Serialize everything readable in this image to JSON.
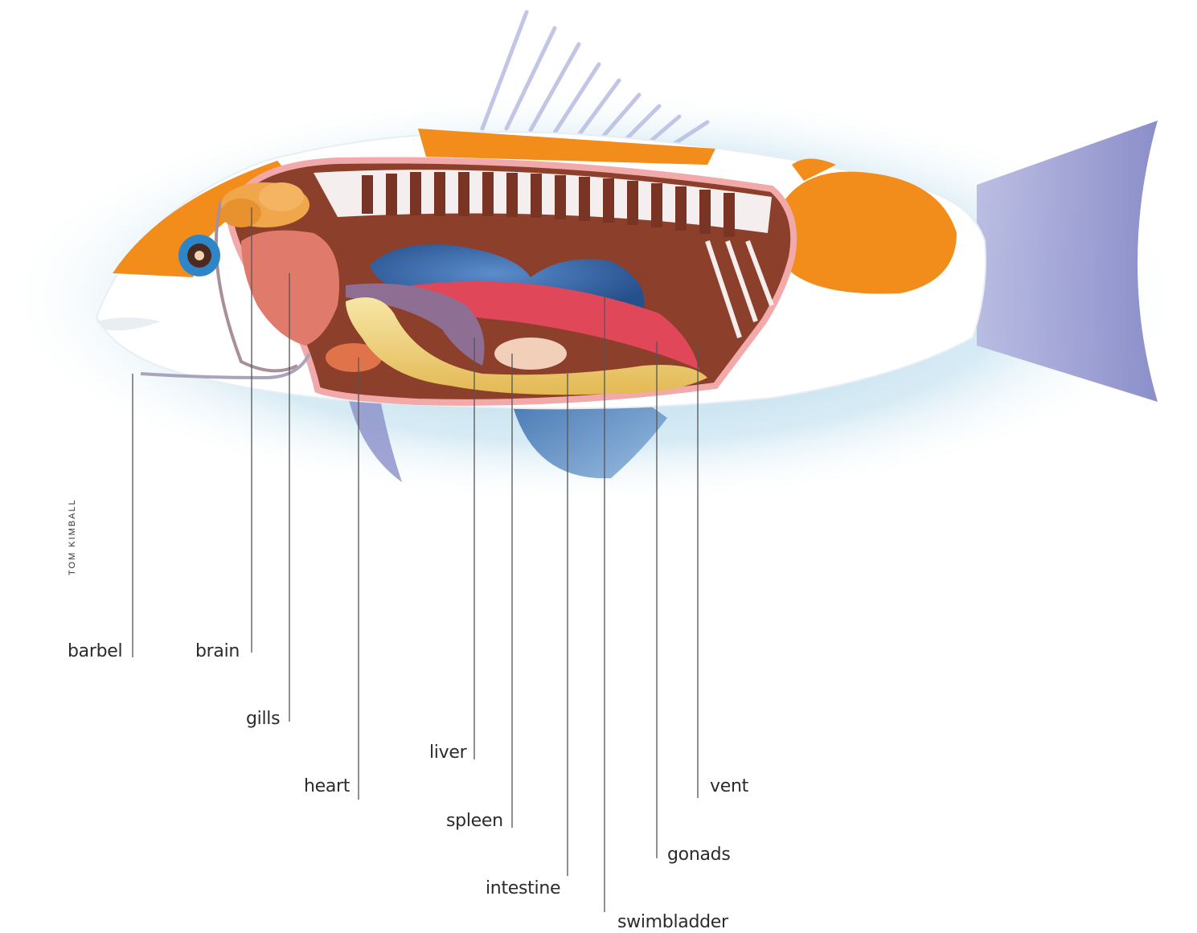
{
  "credit": "TOM KIMBALL",
  "labels": {
    "barbel": "barbel",
    "brain": "brain",
    "gills": "gills",
    "liver": "liver",
    "heart": "heart",
    "spleen": "spleen",
    "vent": "vent",
    "gonads": "gonads",
    "intestine": "intestine",
    "swimbladder": "swimbladder"
  },
  "colors": {
    "halo": "#bcdcec",
    "body": "#ffffff",
    "orange": "#f28c1a",
    "cavity": "#8c3f2a",
    "ribs": "#7a3424",
    "lining": "#f2a9a9",
    "swimbladder": "#3a6aa8",
    "gills": "#e07a6a",
    "intestine": "#f1d37a",
    "gonads": "#e0485a",
    "liver": "#8e6f93",
    "fins": "#8a8fc8",
    "pelvic_fin": "#3f78b8",
    "eye": "#2e86c8"
  }
}
